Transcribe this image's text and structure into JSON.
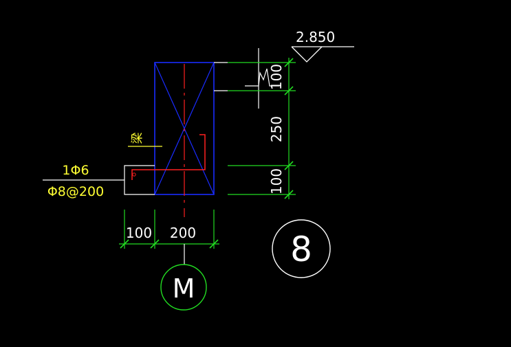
{
  "colors": {
    "background": "#000000",
    "section_outline": "#1a2cff",
    "rebar": "#ff2020",
    "dimension": "#22dd22",
    "annotation": "#ffff33",
    "text_white": "#ffffff"
  },
  "elevation": {
    "value": "2.850"
  },
  "dimensions": {
    "vertical": [
      "100",
      "250",
      "100"
    ],
    "horizontal": [
      "100",
      "200"
    ]
  },
  "rebar_labels": {
    "longitudinal": "1Φ6",
    "stirrup": "Φ8@200"
  },
  "beam_label": "梁",
  "axis_label": "M",
  "detail_number": "8"
}
